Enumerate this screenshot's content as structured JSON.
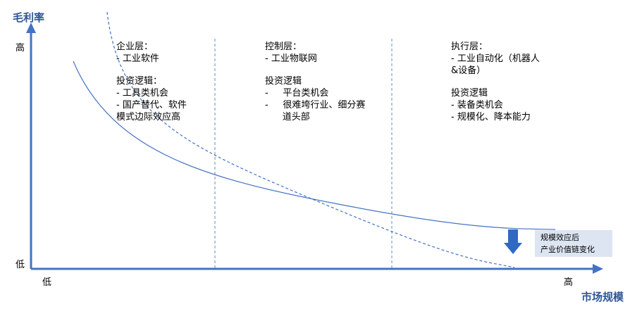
{
  "axes": {
    "y_title": "毛利率",
    "x_title": "市场规模",
    "y_high": "高",
    "y_low": "低",
    "x_low": "低",
    "x_high": "高"
  },
  "columns": [
    {
      "header": "企业层：",
      "items": [
        "- 工业软件"
      ],
      "logic_title": "投资逻辑：",
      "logic": [
        "- 工具类机会",
        "- 国产替代、软件",
        "模式边际效应高"
      ]
    },
    {
      "header": "控制层：",
      "items": [
        "- 工业物联网"
      ],
      "logic_title": "投资逻辑",
      "logic": [
        "-     平台类机会",
        "-     很难垮行业、细分赛",
        "      道头部"
      ]
    },
    {
      "header": "执行层：",
      "items": [
        "- 工业自动化（机器人",
        "&设备）"
      ],
      "logic_title": "投资逻辑",
      "logic": [
        "- 装备类机会",
        "- 规模化、降本能力"
      ]
    }
  ],
  "note": {
    "lines": [
      "规模效应后",
      "产业价值链变化"
    ]
  },
  "colors": {
    "axis": "#4472c4",
    "curve": "#4472c4",
    "divider": "#5b8fd0",
    "arrow": "#2f69c4",
    "title": "#2f5597",
    "note_bg": "#dde5f2"
  }
}
